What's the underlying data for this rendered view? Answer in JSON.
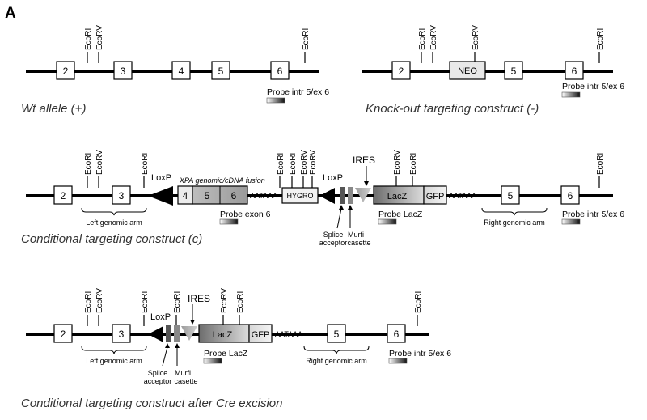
{
  "panel_label": "A",
  "wt": {
    "sites": [
      "EcoRI",
      "EcoRV",
      "EcoRI"
    ],
    "exons": [
      "2",
      "3",
      "4",
      "5",
      "6"
    ],
    "probe": "Probe intr 5/ex 6",
    "caption": "Wt allele (+)"
  },
  "ko": {
    "sites": [
      "EcoRI",
      "EcoRV",
      "EcoRV",
      "EcoRI"
    ],
    "exons": [
      "2",
      "5",
      "6"
    ],
    "neo": "NEO",
    "probe": "Probe intr 5/ex 6",
    "caption": "Knock-out targeting construct (-)"
  },
  "cond": {
    "sites": [
      "EcoRI",
      "EcoRV",
      "EcoRI",
      "EcoRI",
      "EcoRI",
      "EcoRV",
      "EcoRV",
      "EcoRV",
      "EcoRI",
      "EcoRI"
    ],
    "exons": [
      "2",
      "3",
      "4",
      "5",
      "6",
      "5",
      "6"
    ],
    "loxp1": "LoxP",
    "loxp2": "LoxP",
    "fusion": "XPA genomic/cDNA fusion",
    "aataaa1": "AATAAA",
    "hygro": "HYGRO",
    "ires": "IRES",
    "lacz": "LacZ",
    "gfp": "GFP",
    "aataaa2": "AATAAA",
    "left_arm": "Left genomic arm",
    "right_arm": "Right genomic arm",
    "probe_exon6": "Probe exon 6",
    "probe_lacz": "Probe LacZ",
    "probe_intr": "Probe intr 5/ex 6",
    "splice_1": "Splice",
    "splice_2": "acceptor",
    "murfi_1": "Murfi",
    "murfi_2": "casette",
    "caption": "Conditional targeting construct (c)"
  },
  "cre": {
    "sites": [
      "EcoRI",
      "EcoRV",
      "EcoRI",
      "EcoRI",
      "EcoRV",
      "EcoRI",
      "EcoRI"
    ],
    "exons": [
      "2",
      "3",
      "5",
      "6"
    ],
    "loxp": "LoxP",
    "ires": "IRES",
    "lacz": "LacZ",
    "gfp": "GFP",
    "aataaa": "AATAAA",
    "left_arm": "Left genomic arm",
    "right_arm": "Right genomic arm",
    "probe_lacz": "Probe LacZ",
    "probe_intr": "Probe intr 5/ex 6",
    "splice_1": "Splice",
    "splice_2": "acceptor",
    "murfi_1": "Murfi",
    "murfi_2": "casette",
    "caption": "Conditional targeting construct after Cre excision"
  }
}
